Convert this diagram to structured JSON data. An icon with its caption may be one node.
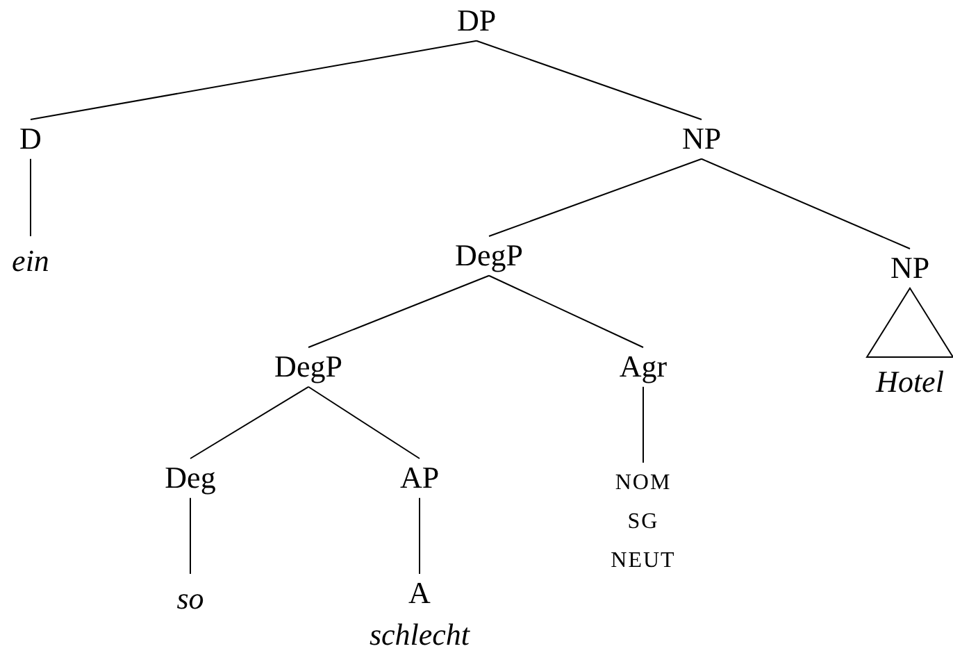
{
  "diagram": {
    "nodes": [
      {
        "text": [
          "DP"
        ]
      },
      {
        "text": [
          "D"
        ]
      },
      {
        "text": [
          "ein"
        ]
      },
      {
        "text": [
          "NP"
        ]
      },
      {
        "text": [
          "DegP"
        ]
      },
      {
        "text": [
          "NP"
        ]
      },
      {
        "text": [
          "Hotel"
        ]
      },
      {
        "text": [
          "DegP"
        ]
      },
      {
        "text": [
          "Agr"
        ]
      },
      {
        "text": [
          "Deg"
        ]
      },
      {
        "text": [
          "AP"
        ]
      },
      {
        "text": [
          "so"
        ]
      },
      {
        "text": [
          "A",
          "schlecht"
        ]
      },
      {
        "text": [
          "NOM SG NEUT"
        ]
      }
    ],
    "edges": [
      {
        "from": 0,
        "to": 1,
        "arrow": "none"
      },
      {
        "from": 0,
        "to": 3,
        "arrow": "none"
      },
      {
        "from": 1,
        "to": 2,
        "arrow": "none"
      },
      {
        "from": 3,
        "to": 4,
        "arrow": "none"
      },
      {
        "from": 3,
        "to": 5,
        "arrow": "none"
      },
      {
        "from": 5,
        "to": 6,
        "arrow": "none"
      },
      {
        "from": 4,
        "to": 7,
        "arrow": "none"
      },
      {
        "from": 4,
        "to": 8,
        "arrow": "none"
      },
      {
        "from": 7,
        "to": 9,
        "arrow": "none"
      },
      {
        "from": 7,
        "to": 10,
        "arrow": "none"
      },
      {
        "from": 8,
        "to": 13,
        "arrow": "none"
      },
      {
        "from": 9,
        "to": 11,
        "arrow": "none"
      },
      {
        "from": 10,
        "to": 12,
        "arrow": "none"
      }
    ]
  }
}
